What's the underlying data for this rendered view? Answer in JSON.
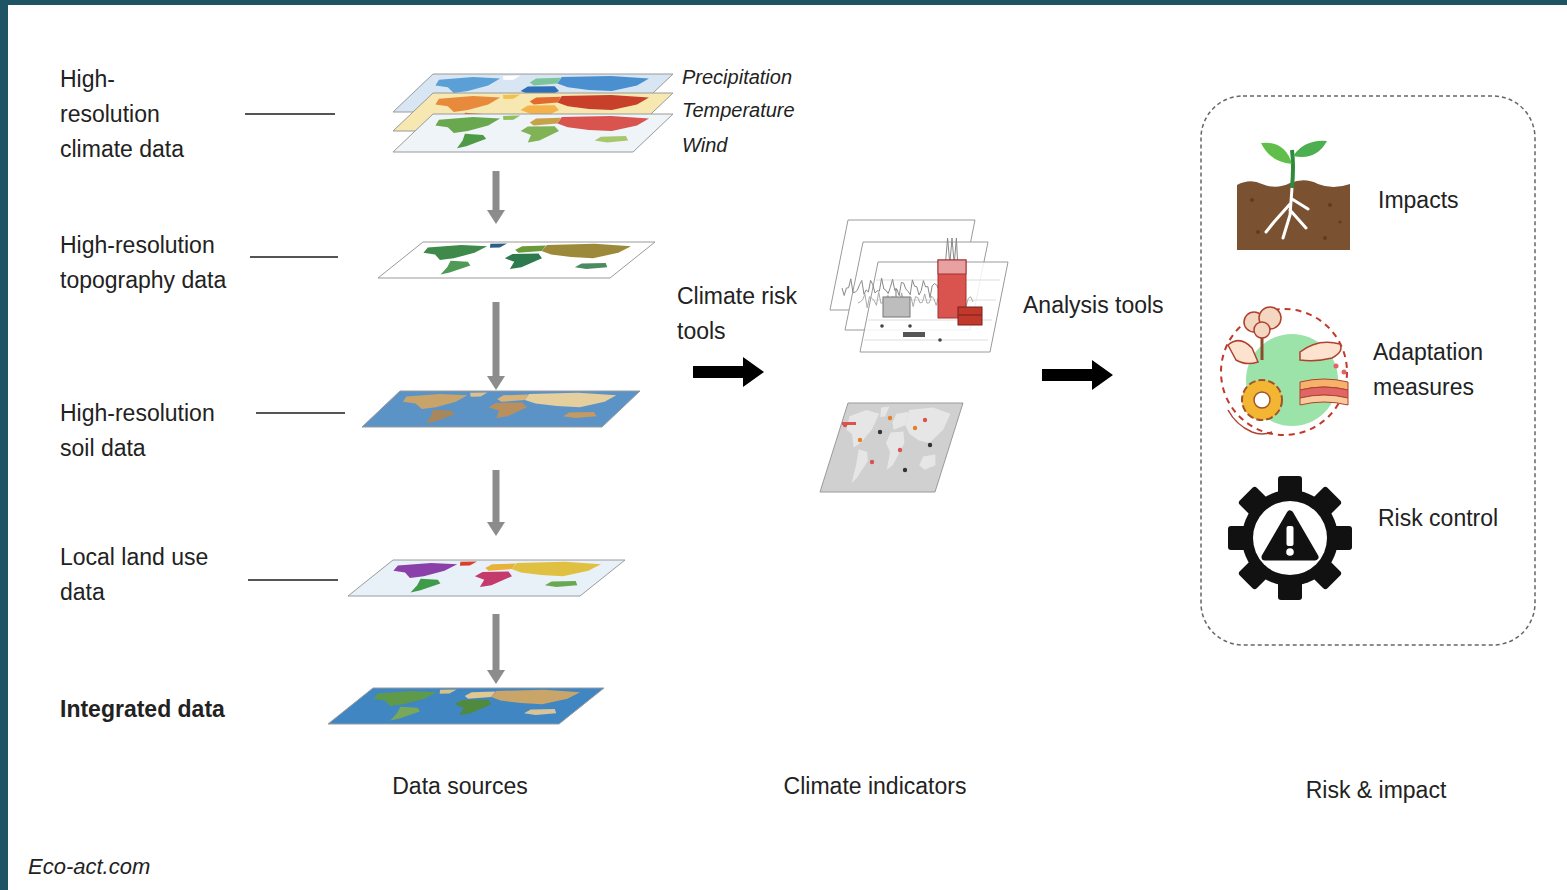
{
  "diagram": {
    "nodes": [
      {
        "text": [
          "High-resolution climate data"
        ]
      },
      {
        "text": [
          "High-resolution topography data"
        ]
      },
      {
        "text": [
          "High-resolution soil data"
        ]
      },
      {
        "text": [
          "Local land use data"
        ]
      },
      {
        "text": [
          "Integrated data"
        ]
      },
      {
        "text": [
          "Impacts"
        ]
      },
      {
        "text": [
          "Adaptation measures"
        ]
      },
      {
        "text": [
          "Risk control"
        ]
      }
    ],
    "edges": [
      {
        "from": 0,
        "to": 1,
        "arrow": "to"
      },
      {
        "from": 1,
        "to": 2,
        "arrow": "to"
      },
      {
        "from": 2,
        "to": 3,
        "arrow": "to"
      },
      {
        "from": 3,
        "to": 4,
        "arrow": "to"
      }
    ],
    "labels": [
      "Precipitation",
      "Temperature",
      "Wind",
      "Climate risk tools",
      "Analysis tools",
      "Data sources",
      "Climate indicators",
      "Risk & impact",
      "Eco-act.com"
    ]
  }
}
